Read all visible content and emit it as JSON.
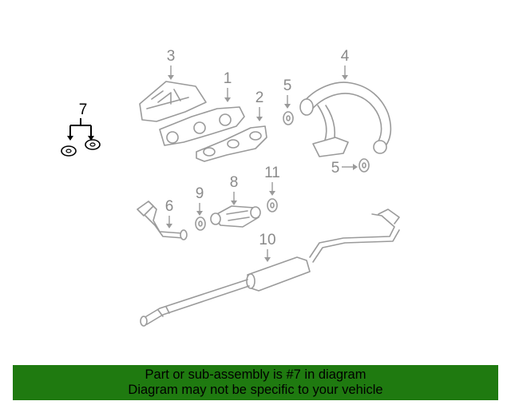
{
  "callouts": {
    "c1": "1",
    "c2": "2",
    "c3": "3",
    "c4": "4",
    "c5a": "5",
    "c5b": "5",
    "c6": "6",
    "c7": "7",
    "c8": "8",
    "c9": "9",
    "c10": "10",
    "c11": "11"
  },
  "selected_part": "7",
  "banner": {
    "line1": "Part or sub-assembly is #7 in diagram",
    "line2": "Diagram may not be specific to your vehicle",
    "background": "#1f7a10"
  },
  "colors": {
    "diagram_gray": "#9a9a9a",
    "selected": "#000000"
  }
}
